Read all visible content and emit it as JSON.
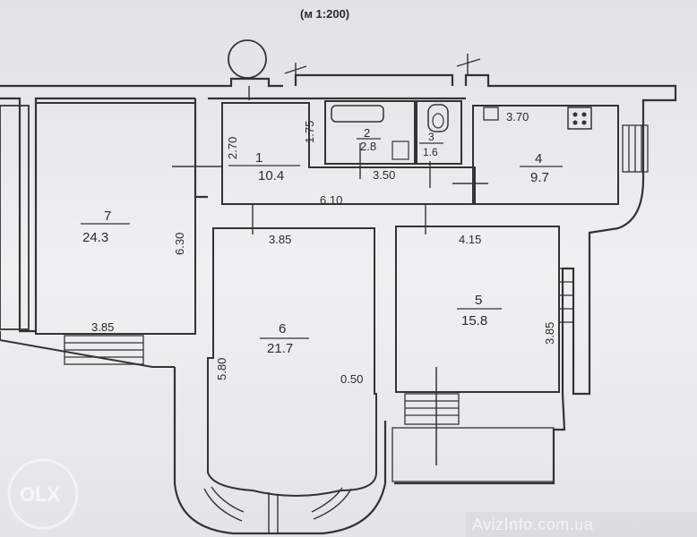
{
  "scale": "(м 1:200)",
  "rooms": [
    {
      "number": "1",
      "area": "10.4"
    },
    {
      "number": "2",
      "area": "2.8"
    },
    {
      "number": "3",
      "area": "1.6"
    },
    {
      "number": "4",
      "area": "9.7"
    },
    {
      "number": "5",
      "area": "15.8"
    },
    {
      "number": "6",
      "area": "21.7"
    },
    {
      "number": "7",
      "area": "24.3"
    }
  ],
  "dimensions": [
    "2.70",
    "1.75",
    "3.50",
    "6.10",
    "3.70",
    "6.30",
    "3.85",
    "3.85",
    "4.15",
    "3.85",
    "5.80",
    "0.50"
  ],
  "watermark": "AvizInfo.com.ua",
  "logo": "OLX"
}
